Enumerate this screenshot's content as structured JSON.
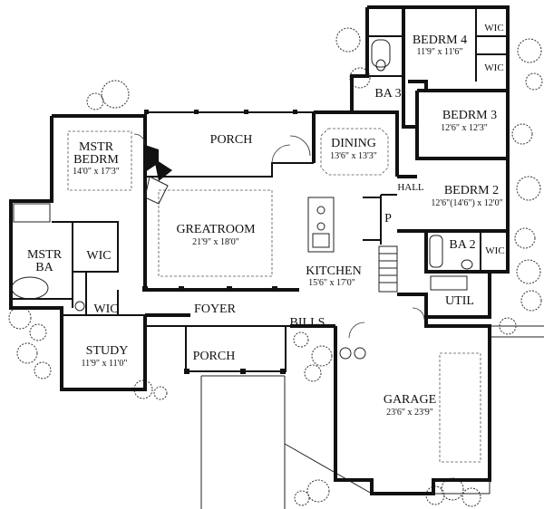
{
  "rooms": {
    "bedrm4": {
      "name": "BEDRM 4",
      "dim": "11'9\" x 11'6\""
    },
    "bedrm3": {
      "name": "BEDRM 3",
      "dim": "12'6\" x 12'3\""
    },
    "bedrm2": {
      "name": "BEDRM 2",
      "dim": "12'6\"(14'6\") x 12'0\""
    },
    "dining": {
      "name": "DINING",
      "dim": "13'6\" x 13'3\""
    },
    "porch_back": {
      "name": "PORCH"
    },
    "mstr_bedrm": {
      "name1": "MSTR",
      "name2": "BEDRM",
      "dim": "14'0\" x 17'3\""
    },
    "greatroom": {
      "name": "GREATROOM",
      "dim": "21'9\" x 18'0\""
    },
    "kitchen": {
      "name": "KITCHEN",
      "dim": "15'6\" x 17'0\""
    },
    "mstr_ba": {
      "name1": "MSTR",
      "name2": "BA"
    },
    "study": {
      "name": "STUDY",
      "dim": "11'9\" x 11'0\""
    },
    "foyer": {
      "name": "FOYER"
    },
    "porch_front": {
      "name": "PORCH"
    },
    "garage": {
      "name": "GARAGE",
      "dim": "23'6\" x 23'9\""
    }
  },
  "labels": {
    "wic_top1": "WIC",
    "wic_top2": "WIC",
    "wic_bedrm2": "WIC",
    "wic_mstr": "WIC",
    "wic_mstr2": "WIC",
    "ba3": "BA 3",
    "ba2": "BA 2",
    "hall": "HALL",
    "pantry": "P",
    "util": "UTIL",
    "bills": "BILLS"
  }
}
